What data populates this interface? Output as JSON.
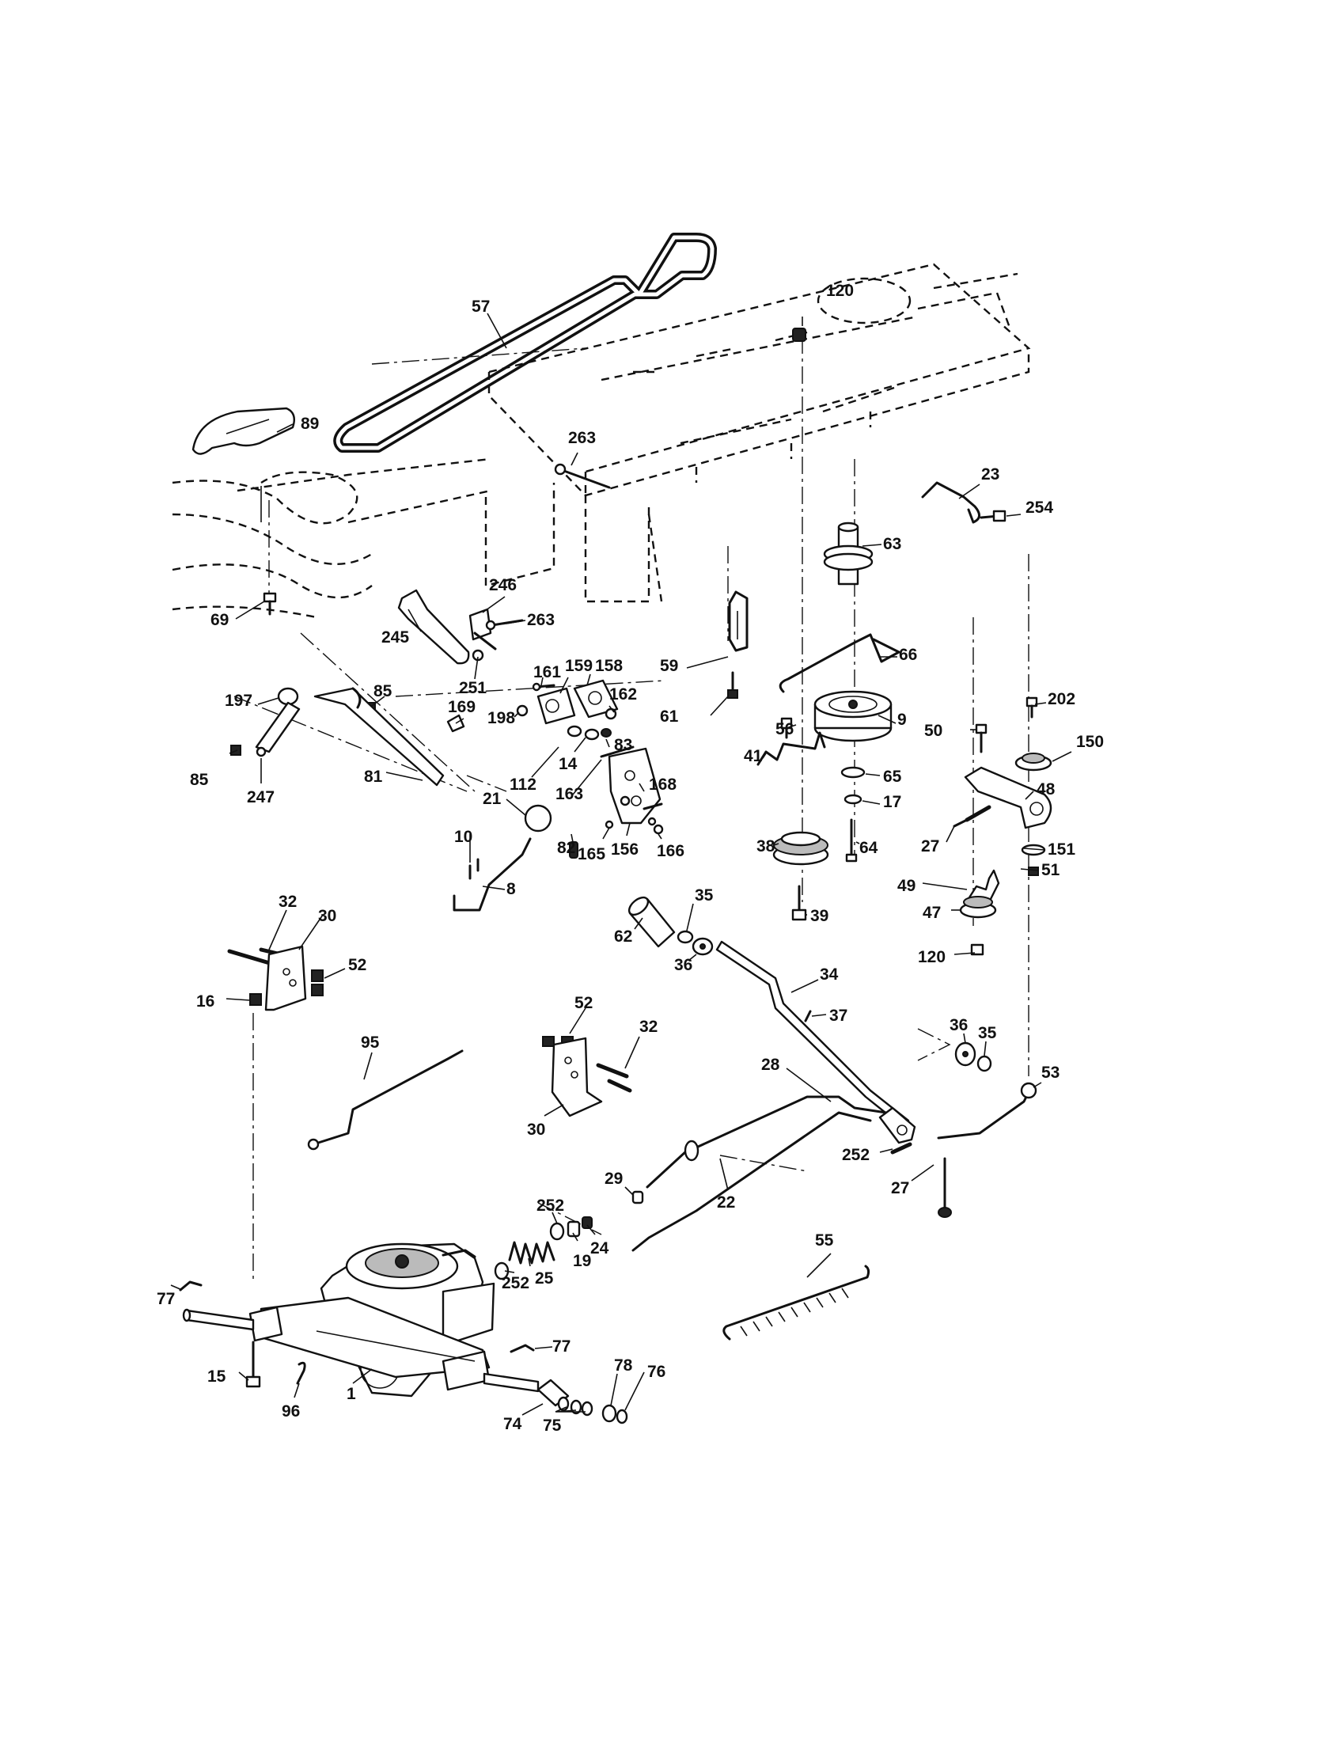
{
  "labels": [
    {
      "id": "p57",
      "text": "57"
    },
    {
      "id": "p120a",
      "text": "120"
    },
    {
      "id": "p89",
      "text": "89"
    },
    {
      "id": "p263a",
      "text": "263"
    },
    {
      "id": "p23",
      "text": "23"
    },
    {
      "id": "p254",
      "text": "254"
    },
    {
      "id": "p63",
      "text": "63"
    },
    {
      "id": "p69",
      "text": "69"
    },
    {
      "id": "p246",
      "text": "246"
    },
    {
      "id": "p263b",
      "text": "263"
    },
    {
      "id": "p245",
      "text": "245"
    },
    {
      "id": "p59",
      "text": "59"
    },
    {
      "id": "p66",
      "text": "66"
    },
    {
      "id": "p202",
      "text": "202"
    },
    {
      "id": "p161",
      "text": "161"
    },
    {
      "id": "p159",
      "text": "159"
    },
    {
      "id": "p158",
      "text": "158"
    },
    {
      "id": "p197",
      "text": "197"
    },
    {
      "id": "p85a",
      "text": "85"
    },
    {
      "id": "p251",
      "text": "251"
    },
    {
      "id": "p169",
      "text": "169"
    },
    {
      "id": "p162",
      "text": "162"
    },
    {
      "id": "p198",
      "text": "198"
    },
    {
      "id": "p61",
      "text": "61"
    },
    {
      "id": "p9",
      "text": "9"
    },
    {
      "id": "p50",
      "text": "50"
    },
    {
      "id": "p150",
      "text": "150"
    },
    {
      "id": "p56",
      "text": "56"
    },
    {
      "id": "p41",
      "text": "41"
    },
    {
      "id": "p83",
      "text": "83"
    },
    {
      "id": "p14",
      "text": "14"
    },
    {
      "id": "p85b",
      "text": "85"
    },
    {
      "id": "p247",
      "text": "247"
    },
    {
      "id": "p81",
      "text": "81"
    },
    {
      "id": "p112",
      "text": "112"
    },
    {
      "id": "p168",
      "text": "168"
    },
    {
      "id": "p163",
      "text": "163"
    },
    {
      "id": "p65",
      "text": "65"
    },
    {
      "id": "p48",
      "text": "48"
    },
    {
      "id": "p17",
      "text": "17"
    },
    {
      "id": "p21",
      "text": "21"
    },
    {
      "id": "p10",
      "text": "10"
    },
    {
      "id": "p82",
      "text": "82"
    },
    {
      "id": "p165",
      "text": "165"
    },
    {
      "id": "p156",
      "text": "156"
    },
    {
      "id": "p166",
      "text": "166"
    },
    {
      "id": "p38",
      "text": "38"
    },
    {
      "id": "p64",
      "text": "64"
    },
    {
      "id": "p27a",
      "text": "27"
    },
    {
      "id": "p151",
      "text": "151"
    },
    {
      "id": "p51",
      "text": "51"
    },
    {
      "id": "p49",
      "text": "49"
    },
    {
      "id": "p8",
      "text": "8"
    },
    {
      "id": "p39",
      "text": "39"
    },
    {
      "id": "p47",
      "text": "47"
    },
    {
      "id": "p35a",
      "text": "35"
    },
    {
      "id": "p32a",
      "text": "32"
    },
    {
      "id": "p30a",
      "text": "30"
    },
    {
      "id": "p62",
      "text": "62"
    },
    {
      "id": "p36a",
      "text": "36"
    },
    {
      "id": "p120b",
      "text": "120"
    },
    {
      "id": "p52a",
      "text": "52"
    },
    {
      "id": "p16",
      "text": "16"
    },
    {
      "id": "p34",
      "text": "34"
    },
    {
      "id": "p37",
      "text": "37"
    },
    {
      "id": "p52b",
      "text": "52"
    },
    {
      "id": "p95",
      "text": "95"
    },
    {
      "id": "p32b",
      "text": "32"
    },
    {
      "id": "p36b",
      "text": "36"
    },
    {
      "id": "p35b",
      "text": "35"
    },
    {
      "id": "p28",
      "text": "28"
    },
    {
      "id": "p53",
      "text": "53"
    },
    {
      "id": "p30b",
      "text": "30"
    },
    {
      "id": "p252a",
      "text": "252"
    },
    {
      "id": "p29",
      "text": "29"
    },
    {
      "id": "p27b",
      "text": "27"
    },
    {
      "id": "p252b",
      "text": "252"
    },
    {
      "id": "p22",
      "text": "22"
    },
    {
      "id": "p24",
      "text": "24"
    },
    {
      "id": "p19",
      "text": "19"
    },
    {
      "id": "p55",
      "text": "55"
    },
    {
      "id": "p252c",
      "text": "252"
    },
    {
      "id": "p25",
      "text": "25"
    },
    {
      "id": "p77a",
      "text": "77"
    },
    {
      "id": "p77b",
      "text": "77"
    },
    {
      "id": "p78",
      "text": "78"
    },
    {
      "id": "p76",
      "text": "76"
    },
    {
      "id": "p15",
      "text": "15"
    },
    {
      "id": "p96",
      "text": "96"
    },
    {
      "id": "p1",
      "text": "1"
    },
    {
      "id": "p74",
      "text": "74"
    },
    {
      "id": "p75",
      "text": "75"
    }
  ]
}
